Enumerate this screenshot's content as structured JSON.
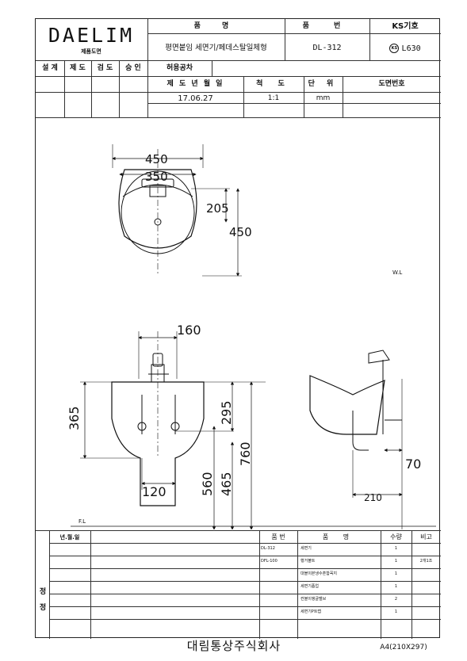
{
  "brand": "DAELIM",
  "brand_sub": "제품도면",
  "header": {
    "product_name_label": "품 명",
    "product_name_value": "평면붙임 세면기/페데스탈일체형",
    "product_no_label": "품 번",
    "product_no_value": "DL-312",
    "ks_label": "KS기호",
    "ks_value": "L630",
    "ks_mark": "KS"
  },
  "approvals": {
    "design": "설 계",
    "draft": "제 도",
    "review": "검 도",
    "approve": "승 인",
    "tolerance": "허용공차",
    "date_label": "제 도 년 월 일",
    "date_value": "17.06.27",
    "scale_label": "척 도",
    "scale_value": "1:1",
    "unit_label": "단 위",
    "unit_value": "mm",
    "drawing_no_label": "도면번호"
  },
  "dimensions": {
    "top_width_outer": "450",
    "top_width_inner": "350",
    "top_depth_faucet": "205",
    "top_depth_total": "450",
    "front_faucet": "160",
    "front_bowl_height": "365",
    "front_bracket_height": "295",
    "front_total_height": "760",
    "front_drain_width": "120",
    "front_560": "560",
    "front_465": "465",
    "side_70": "70",
    "side_210": "210",
    "wl": "W.L",
    "fl": "F.L"
  },
  "revision": {
    "col_date": "년.월.일",
    "side_label_1": "정",
    "side_label_2": "정"
  },
  "parts": {
    "headers": [
      "품 번",
      "품 명",
      "수량",
      "비고"
    ],
    "rows": [
      [
        "DL-312",
        "세면기",
        "1",
        ""
      ],
      [
        "DFL-100",
        "행거볼트",
        "1",
        "2개1조"
      ],
      [
        "",
        "대블이본냉수혼합꼭지",
        "1",
        ""
      ],
      [
        "",
        "세면기폽업",
        "1",
        ""
      ],
      [
        "",
        "컨블이앵글밸브",
        "2",
        ""
      ],
      [
        "",
        "세면기P트랩",
        "1",
        ""
      ]
    ]
  },
  "footer": {
    "company": "대림통상주식회사",
    "paper": "A4(210X297)"
  }
}
